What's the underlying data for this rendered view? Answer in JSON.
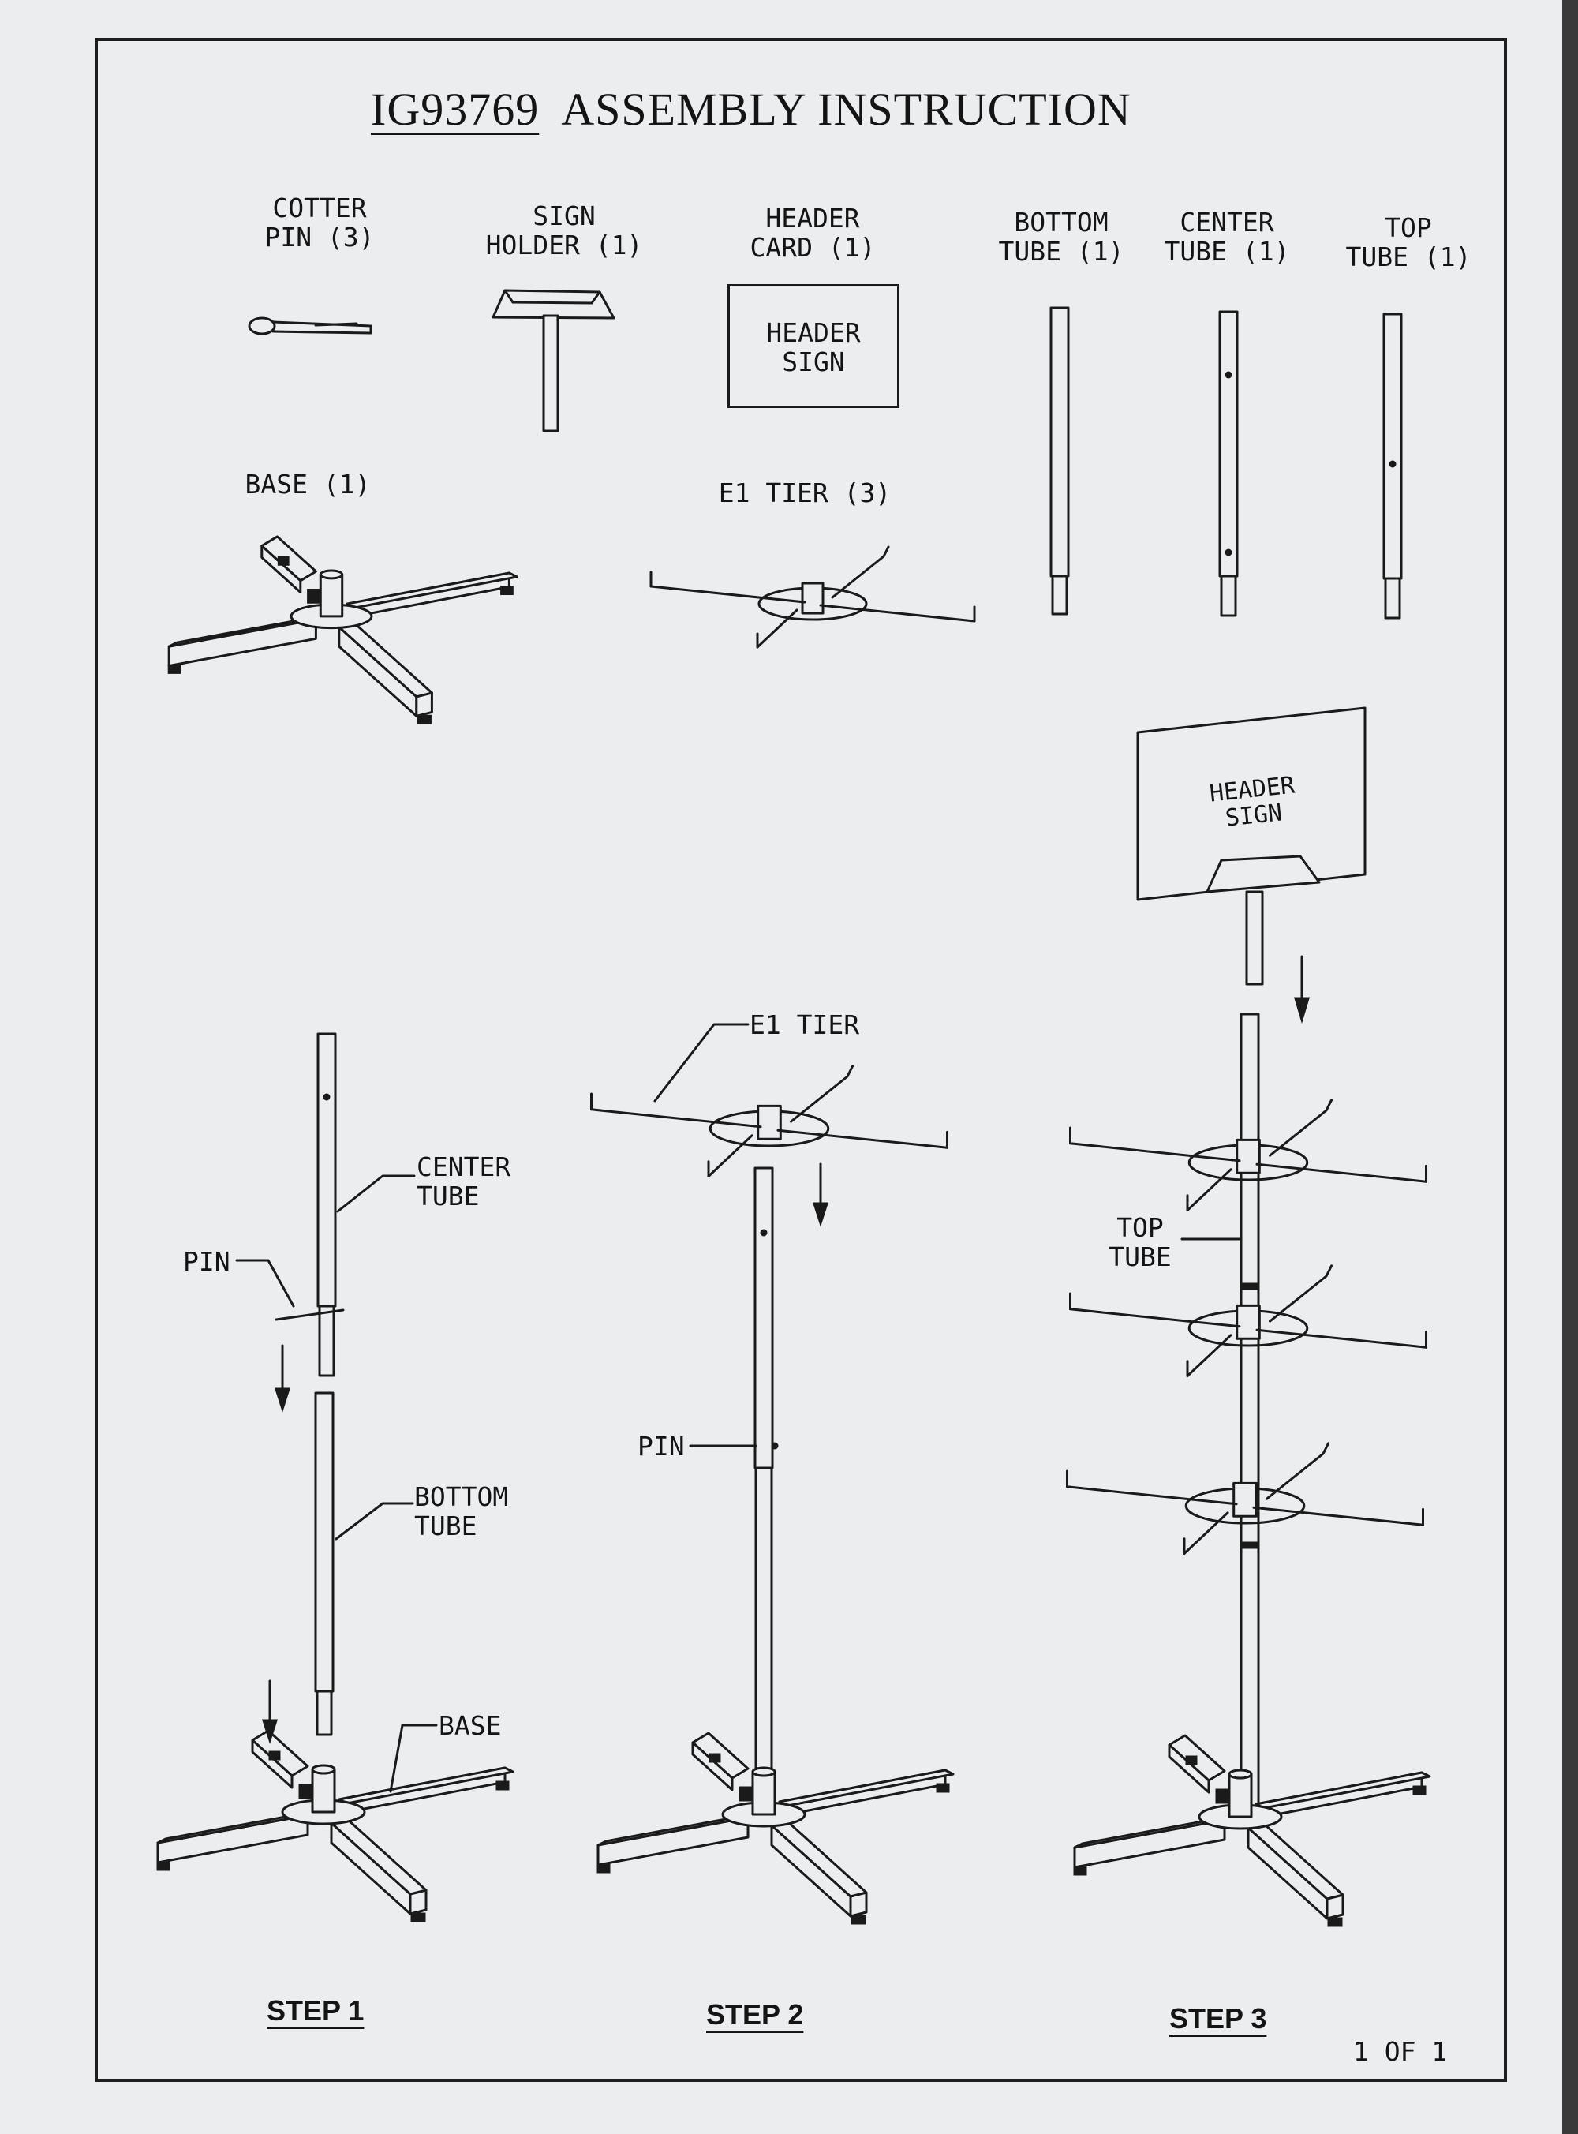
{
  "document": {
    "model_code": "IG93769",
    "title": "ASSEMBLY INSTRUCTION",
    "page_number": "1 OF 1"
  },
  "parts": [
    {
      "name_line1": "COTTER",
      "name_line2": "PIN (3)"
    },
    {
      "name_line1": "SIGN",
      "name_line2": "HOLDER (1)"
    },
    {
      "name_line1": "HEADER",
      "name_line2": "CARD (1)"
    },
    {
      "name_line1": "BOTTOM",
      "name_line2": "TUBE (1)"
    },
    {
      "name_line1": "CENTER",
      "name_line2": "TUBE (1)"
    },
    {
      "name_line1": "TOP",
      "name_line2": "TUBE (1)"
    },
    {
      "name_line1": "BASE (1)"
    },
    {
      "name_line1": "E1 TIER (3)"
    }
  ],
  "header_card_text": {
    "line1": "HEADER",
    "line2": "SIGN"
  },
  "steps": [
    {
      "label": "STEP 1",
      "callouts": {
        "center_tube": "CENTER\nTUBE",
        "pin": "PIN",
        "bottom_tube": "BOTTOM\nTUBE",
        "base": "BASE"
      }
    },
    {
      "label": "STEP 2",
      "callouts": {
        "tier": "E1 TIER",
        "pin": "PIN"
      }
    },
    {
      "label": "STEP 3",
      "callouts": {
        "top_tube": "TOP\nTUBE",
        "sign_line1": "HEADER",
        "sign_line2": "SIGN"
      }
    }
  ]
}
